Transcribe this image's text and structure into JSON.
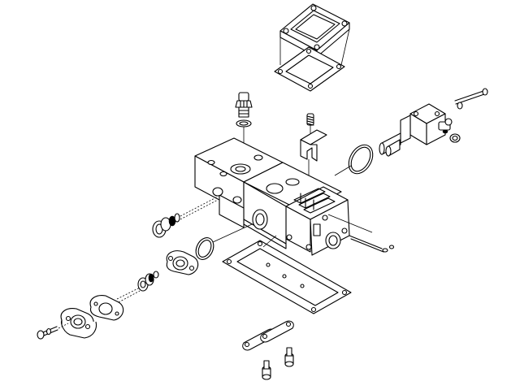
{
  "diagram": {
    "background": "#ffffff",
    "ink": "#000000",
    "parts": [
      "top-cover-plate",
      "top-cover-gasket",
      "pressure-switch",
      "pressure-switch-seal-ring",
      "spring",
      "retaining-clip",
      "solenoid-valve",
      "solenoid-mounting-bolt",
      "solenoid-o-ring",
      "valve-body",
      "plug-with-seals",
      "seal-ring",
      "flange-cover",
      "fitting-with-seals",
      "flange-gasket",
      "end-flange",
      "flange-screw",
      "base-gasket",
      "locating-pin",
      "locking-plate",
      "cap-screw"
    ]
  }
}
